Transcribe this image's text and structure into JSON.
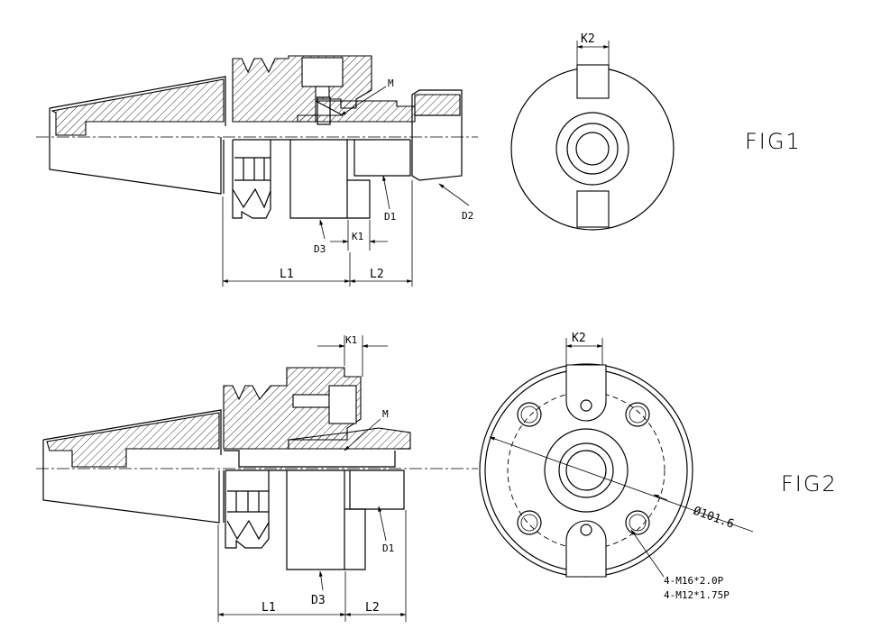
{
  "fig1": {
    "title": "FIG1",
    "labels": {
      "M": "M",
      "D1": "D1",
      "D2": "D2",
      "D3": "D3",
      "K1": "K1",
      "L1": "L1",
      "L2": "L2",
      "K2": "K2"
    }
  },
  "fig2": {
    "title": "FIG2",
    "labels": {
      "K1": "K1",
      "M": "M",
      "D1": "D1",
      "D3": "D3",
      "L1": "L1",
      "L2": "L2",
      "K2": "K2",
      "diameter": "Ø101.6",
      "thread_1": "4-M16*2.0P",
      "thread_2": "4-M12*1.75P"
    }
  }
}
